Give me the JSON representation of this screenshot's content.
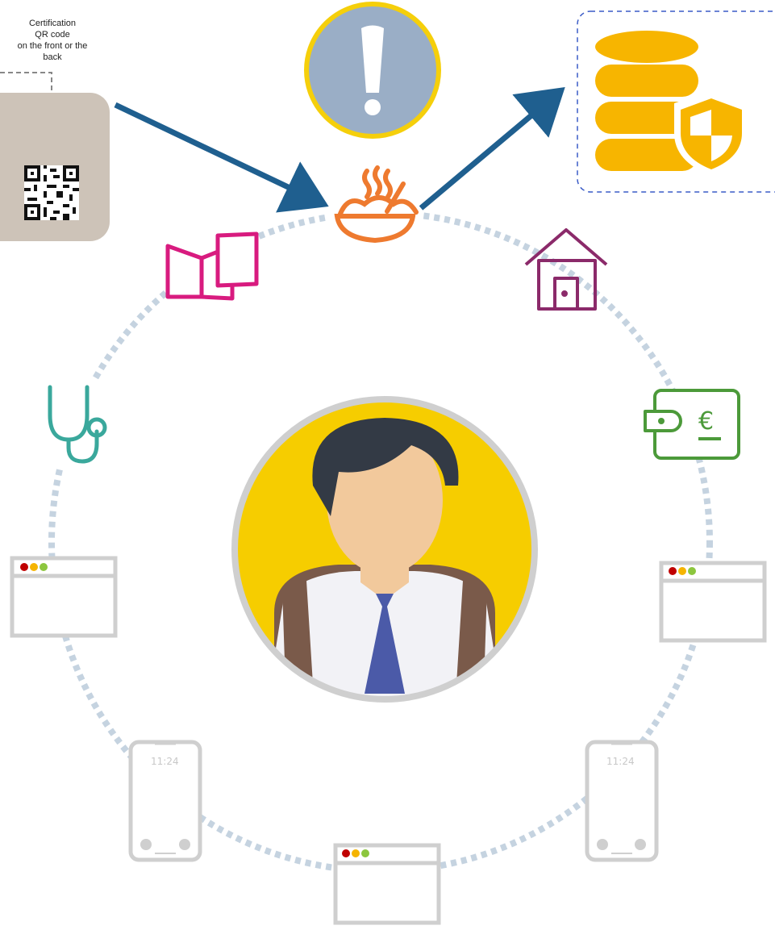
{
  "qr_caption": {
    "line1": "Certification",
    "line2": "QR code",
    "line3": "on the front or the",
    "line4": "back"
  },
  "phones": {
    "left_time": "11:24",
    "right_time": "11:24"
  },
  "colors": {
    "arrow": "#1f5f8f",
    "dotted_ring": "#c5d3e0",
    "food": "#ee7a2f",
    "map": "#d81b7f",
    "house": "#8b2a6a",
    "stethoscope": "#3aa89c",
    "wallet": "#4c9a3a",
    "database": "#f7b500",
    "alert_fill": "#9aaec6",
    "alert_ring": "#f5cf0b",
    "avatar_bg": "#f6cd00",
    "device_outline": "#cfcfcf"
  },
  "icons": [
    "alert-icon",
    "database-shield-icon",
    "food-icon",
    "map-icon",
    "house-icon",
    "stethoscope-icon",
    "wallet-euro-icon",
    "qr-code-icon",
    "browser-window-icon",
    "smartphone-icon",
    "person-avatar"
  ]
}
